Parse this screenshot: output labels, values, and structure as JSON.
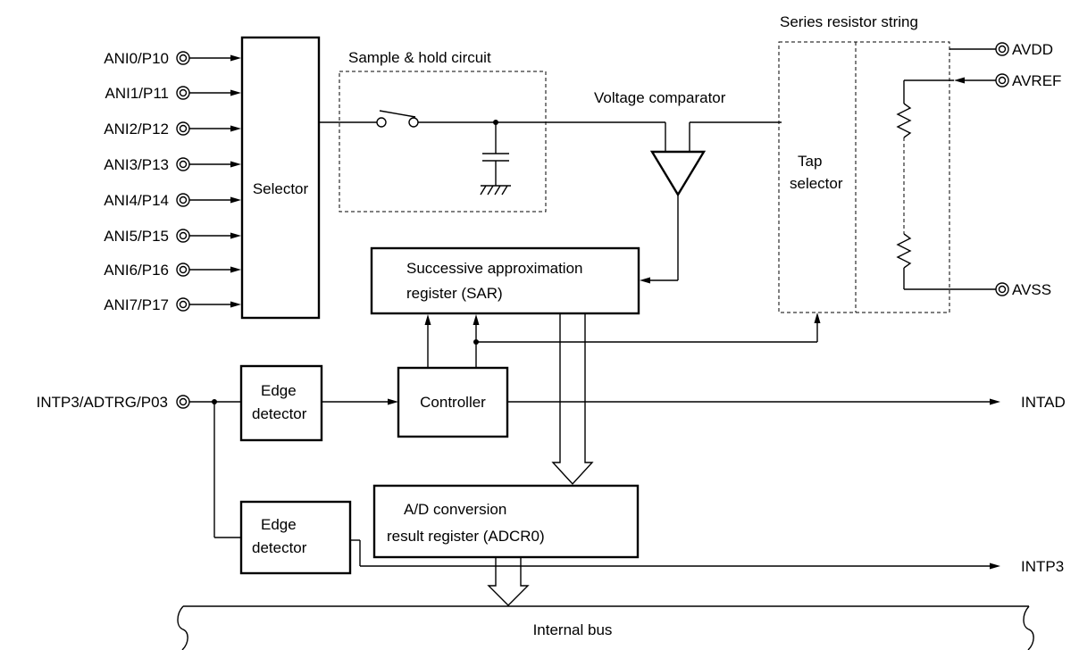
{
  "inputs": [
    "ANI0/P10",
    "ANI1/P11",
    "ANI2/P12",
    "ANI3/P13",
    "ANI4/P14",
    "ANI5/P15",
    "ANI6/P16",
    "ANI7/P17"
  ],
  "trigger_pin": "INTP3/ADTRG/P03",
  "blocks": {
    "selector": "Selector",
    "sample_hold": "Sample & hold circuit",
    "comparator": "Voltage comparator",
    "series_resistor": "Series resistor string",
    "tap_selector_1": "Tap",
    "tap_selector_2": "selector",
    "sar_1": "Successive approximation",
    "sar_2": "register (SAR)",
    "controller": "Controller",
    "edge_detector_1a": "Edge",
    "edge_detector_1b": "detector",
    "edge_detector_2a": "Edge",
    "edge_detector_2b": "detector",
    "adcr_1": "A/D conversion",
    "adcr_2": "result register (ADCR0)",
    "internal_bus": "Internal bus"
  },
  "ref_pins": {
    "avdd": {
      "main": "AV",
      "sub": "DD"
    },
    "avref": {
      "main": "AV",
      "sub": "REF"
    },
    "avss": {
      "main": "AV",
      "sub": "SS"
    }
  },
  "outputs": {
    "intad": "INTAD",
    "intp3": "INTP3"
  }
}
